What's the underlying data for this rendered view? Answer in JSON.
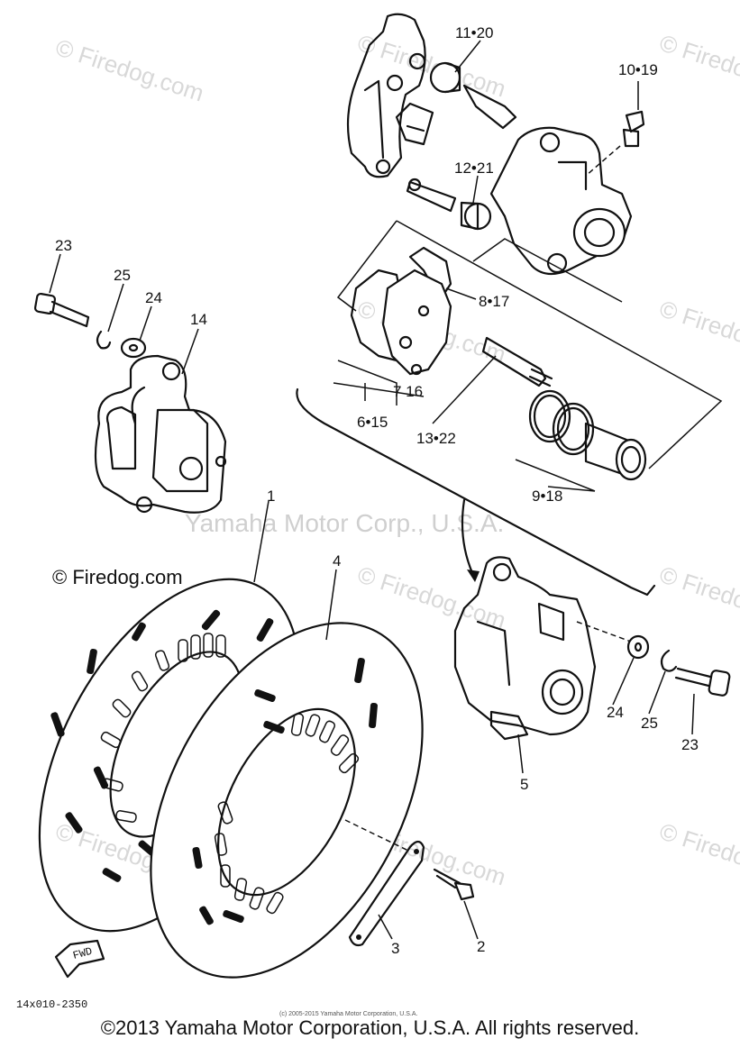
{
  "diagram": {
    "callouts": [
      {
        "id": "1",
        "text": "1"
      },
      {
        "id": "2",
        "text": "2"
      },
      {
        "id": "3",
        "text": "3"
      },
      {
        "id": "4",
        "text": "4"
      },
      {
        "id": "5",
        "text": "5"
      },
      {
        "id": "6-15",
        "text": "6•15"
      },
      {
        "id": "7-16",
        "text": "7 16"
      },
      {
        "id": "8-17",
        "text": "8•17"
      },
      {
        "id": "9-18",
        "text": "9•18"
      },
      {
        "id": "10-19",
        "text": "10•19"
      },
      {
        "id": "11-20",
        "text": "11•20"
      },
      {
        "id": "12-21",
        "text": "12•21"
      },
      {
        "id": "13-22",
        "text": "13•22"
      },
      {
        "id": "14",
        "text": "14"
      },
      {
        "id": "23a",
        "text": "23"
      },
      {
        "id": "23b",
        "text": "23"
      },
      {
        "id": "24a",
        "text": "24"
      },
      {
        "id": "24b",
        "text": "24"
      },
      {
        "id": "25a",
        "text": "25"
      },
      {
        "id": "25b",
        "text": "25"
      }
    ],
    "fwd_label": "FWD",
    "diagram_code": "14x010-2350",
    "tiny_copyright": "(c) 2005-2015 Yamaha Motor Corporation, U.S.A."
  },
  "watermarks": {
    "firedog": "© Firedog.com",
    "yamaha": "Yamaha Motor Corp., U.S.A."
  },
  "footer": {
    "copyright": "©2013 Yamaha Motor Corporation, U.S.A. All rights reserved."
  }
}
